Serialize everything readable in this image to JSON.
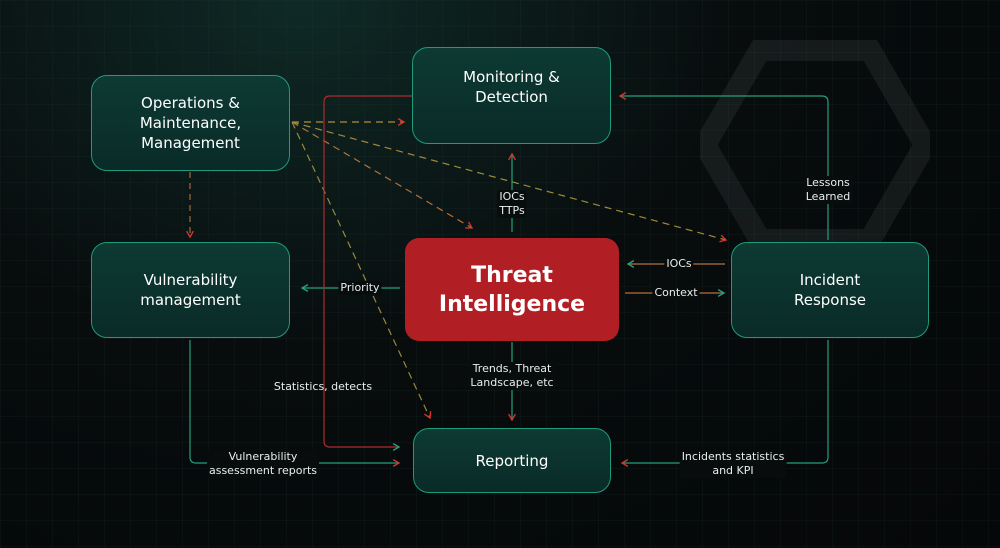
{
  "nodes": {
    "operations": "Operations &\nMaintenance,\nManagement",
    "monitoring": "Monitoring &\nDetection",
    "vulnerability": "Vulnerability\nmanagement",
    "threat_intelligence": "Threat\nIntelligence",
    "incident_response": "Incident\nResponse",
    "reporting": "Reporting"
  },
  "edge_labels": {
    "iocs_ttps": "IOCs\nTTPs",
    "priority": "Priority",
    "iocs": "IOCs",
    "context": "Context",
    "trends": "Trends, Threat\nLandscape, etc",
    "statistics": "Statistics, detects",
    "vuln_reports": "Vulnerability\nassessment reports",
    "incident_stats": "Incidents statistics\nand KPI",
    "lessons": "Lessons\nLearned"
  },
  "colors": {
    "green": "#23a07e",
    "red": "#d7342e",
    "ti": "#b11f25",
    "border": "#1f9a7c"
  }
}
